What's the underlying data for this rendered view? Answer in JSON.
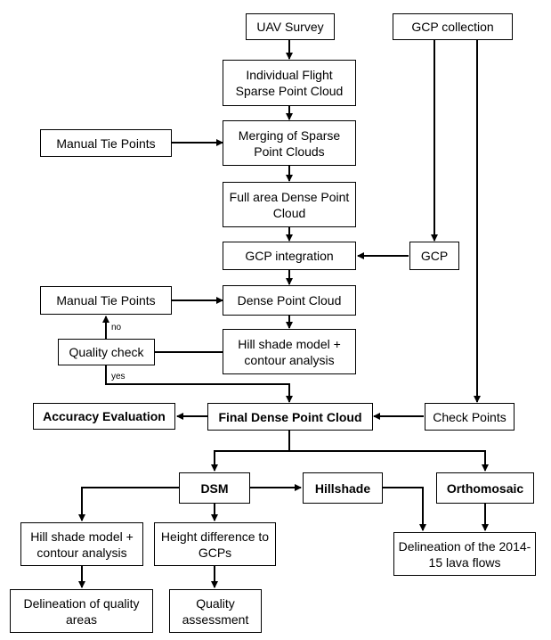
{
  "nodes": {
    "uav_survey": "UAV Survey",
    "gcp_collection": "GCP collection",
    "individual_flight": "Individual Flight Sparse Point Cloud",
    "manual_tie_points_1": "Manual Tie Points",
    "merging": "Merging of Sparse Point Clouds",
    "full_area_dense": "Full area Dense Point Cloud",
    "gcp_integration": "GCP integration",
    "gcp": "GCP",
    "manual_tie_points_2": "Manual Tie Points",
    "dense_point_cloud": "Dense Point Cloud",
    "quality_check": "Quality check",
    "hill_shade_contour_1": "Hill shade model + contour analysis",
    "accuracy_evaluation": "Accuracy Evaluation",
    "final_dense_point_cloud": "Final Dense Point Cloud",
    "check_points": "Check Points",
    "dsm": "DSM",
    "hillshade": "Hillshade",
    "orthomosaic": "Orthomosaic",
    "hill_shade_contour_2": "Hill shade model + contour analysis",
    "height_difference": "Height difference to GCPs",
    "delineation_lava": "Delineation of the 2014-15 lava flows",
    "delineation_quality": "Delineation of quality areas",
    "quality_assessment": "Quality assessment"
  },
  "edge_labels": {
    "no": "no",
    "yes": "yes"
  }
}
